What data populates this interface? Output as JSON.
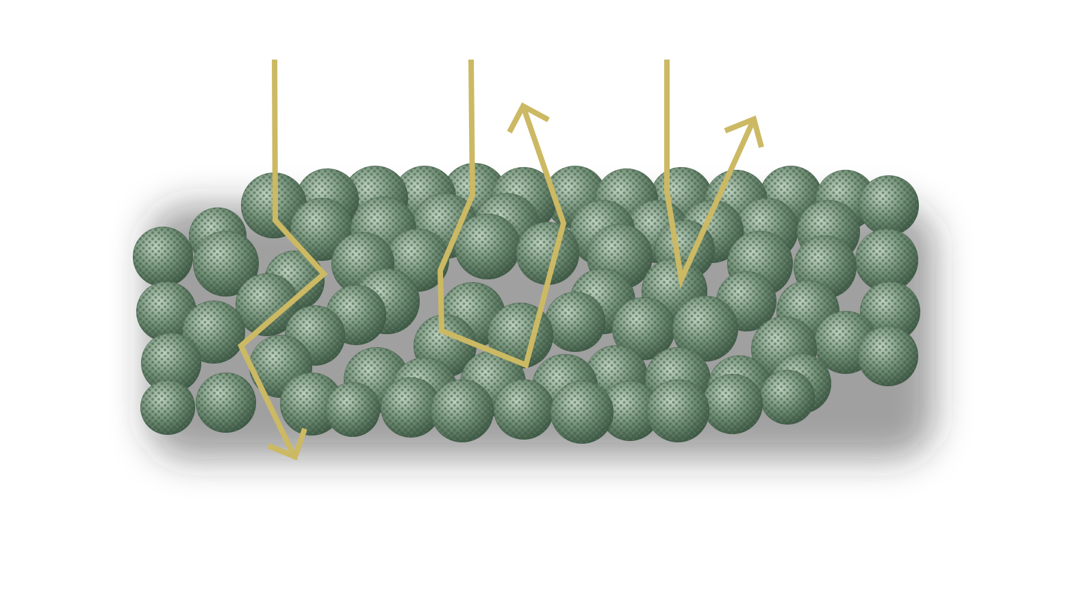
{
  "colors": {
    "background": "#ffffff",
    "sphere_base": "#6f8c74",
    "sphere_light": "#bcd1bf",
    "sphere_dark": "#3f5a46",
    "pore_color": "#3d5a44",
    "ray_color": "#ccb964",
    "shadow_color": "#2a2a2a"
  },
  "rays": [
    {
      "outcome": "transmitted",
      "arrowhead": true
    },
    {
      "outcome": "reflected",
      "arrowhead": true
    },
    {
      "outcome": "reflected",
      "arrowhead": true
    }
  ]
}
